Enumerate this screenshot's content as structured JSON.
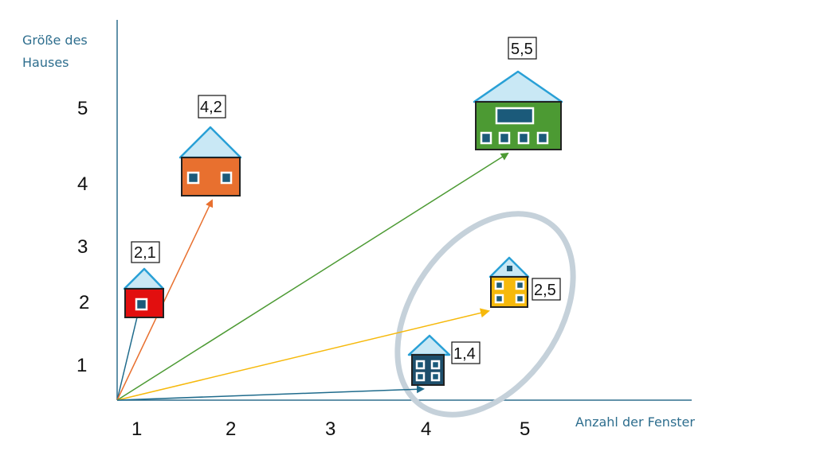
{
  "y_axis_label": [
    "Größe des",
    "Hauses"
  ],
  "x_axis_label": "Anzahl der Fenster",
  "y_ticks": [
    "5",
    "4",
    "3",
    "2",
    "1"
  ],
  "x_ticks": [
    "1",
    "2",
    "3",
    "4",
    "5"
  ],
  "houses": [
    {
      "label": "2,1",
      "color": "#e20f0f",
      "arrow_color": "#1f6b8c"
    },
    {
      "label": "4,2",
      "color": "#e8702f",
      "arrow_color": "#e8702f"
    },
    {
      "label": "5,5",
      "color": "#4c9a33",
      "arrow_color": "#4c9a33"
    },
    {
      "label": "2,5",
      "color": "#f6b90c",
      "arrow_color": "#f6b90c"
    },
    {
      "label": "1,4",
      "color": "#1d4e6b",
      "arrow_color": "#1f6b8c"
    }
  ],
  "axis_color": "#2e6e8e",
  "highlight_ellipse_color": "#c5d1da"
}
